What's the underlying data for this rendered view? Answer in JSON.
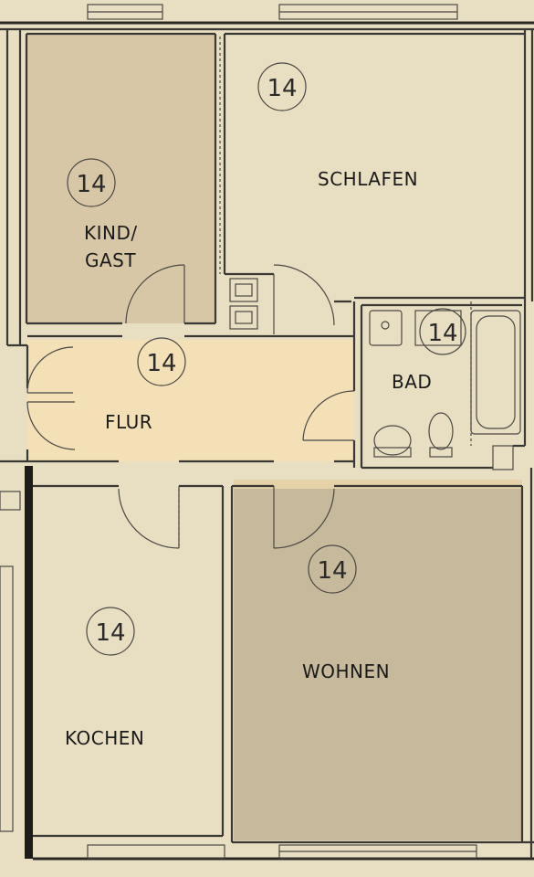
{
  "rooms": {
    "kind": {
      "line1": "KIND/",
      "line2": "GAST",
      "number": "14",
      "color": "#d8c7a6"
    },
    "schlafen": {
      "label": "SCHLAFEN",
      "number": "14",
      "color": "#e8dfc2"
    },
    "flur": {
      "label": "FLUR",
      "number": "14",
      "color": "#f2dfb6"
    },
    "bad": {
      "label": "BAD",
      "number": "14",
      "color": "#e8dfc2"
    },
    "wohnen": {
      "label": "WOHNEN",
      "number": "14",
      "color": "#c7b99c"
    },
    "kochen": {
      "label": "KOCHEN",
      "number": "14",
      "color": "#e8dfc2"
    }
  },
  "colors": {
    "background": "#e8dfc2",
    "wall": "#3a3834"
  }
}
